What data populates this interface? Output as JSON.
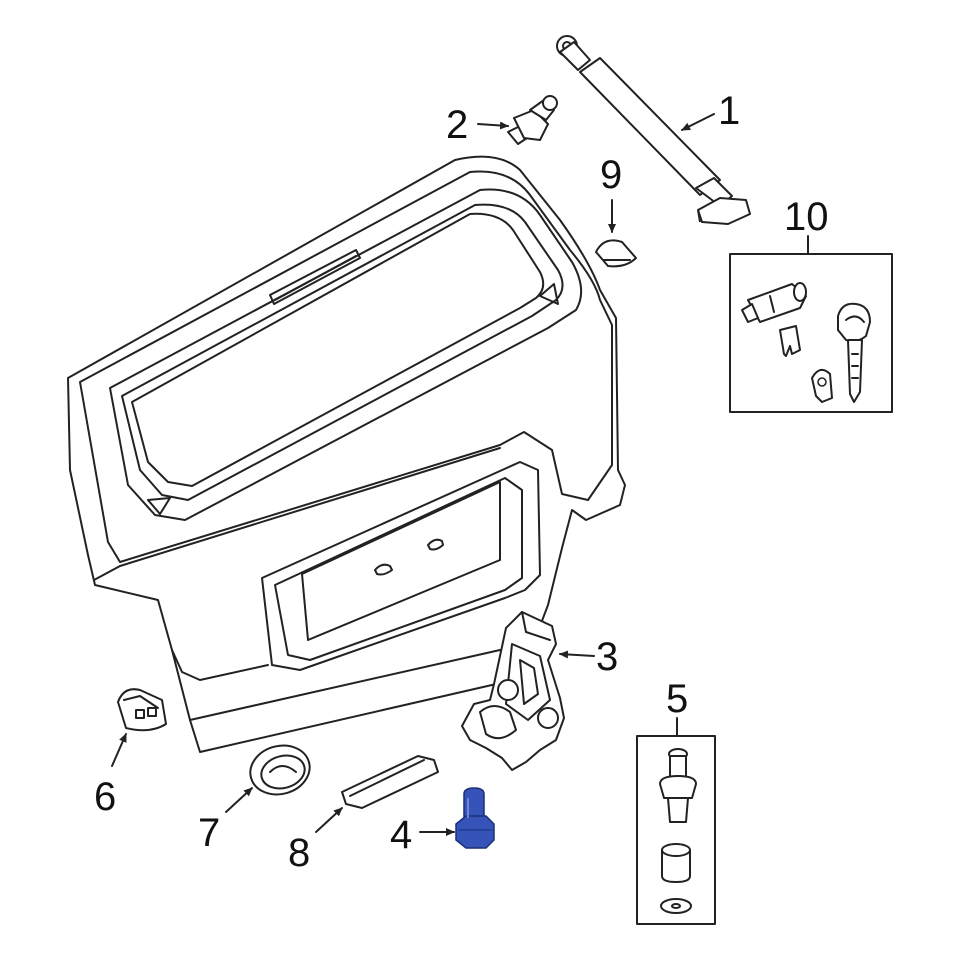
{
  "callouts": [
    {
      "id": "1",
      "label": "1"
    },
    {
      "id": "2",
      "label": "2"
    },
    {
      "id": "3",
      "label": "3"
    },
    {
      "id": "4",
      "label": "4"
    },
    {
      "id": "5",
      "label": "5"
    },
    {
      "id": "6",
      "label": "6"
    },
    {
      "id": "7",
      "label": "7"
    },
    {
      "id": "8",
      "label": "8"
    },
    {
      "id": "9",
      "label": "9"
    },
    {
      "id": "10",
      "label": "10"
    }
  ],
  "colors": {
    "line": "#222222",
    "highlight_part": "#3553b8",
    "background": "#ffffff"
  },
  "highlighted_part": "4"
}
